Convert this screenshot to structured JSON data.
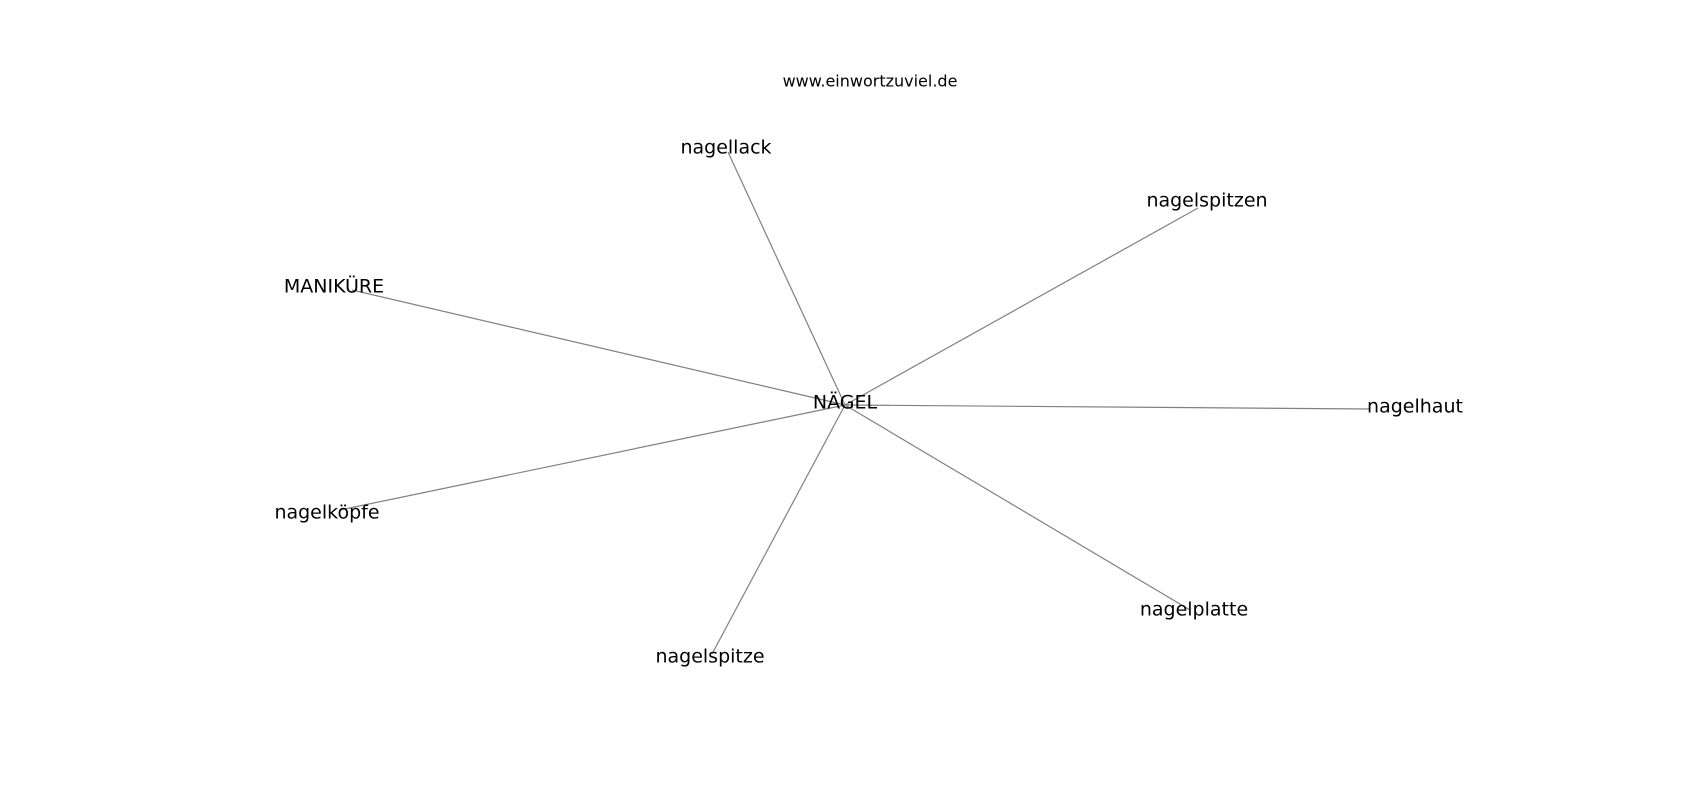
{
  "source": "www.einwortzuviel.de",
  "graph": {
    "center": "NÄGEL",
    "nodes": [
      {
        "id": "nagellack",
        "label": "nagellack"
      },
      {
        "id": "nagelspitzen",
        "label": "nagelspitzen"
      },
      {
        "id": "manikuere",
        "label": "MANIKÜRE"
      },
      {
        "id": "nagelhaut",
        "label": "nagelhaut"
      },
      {
        "id": "nagelkoepfe",
        "label": "nagelköpfe"
      },
      {
        "id": "nagelplatte",
        "label": "nagelplatte"
      },
      {
        "id": "nagelspitze",
        "label": "nagelspitze"
      }
    ]
  }
}
